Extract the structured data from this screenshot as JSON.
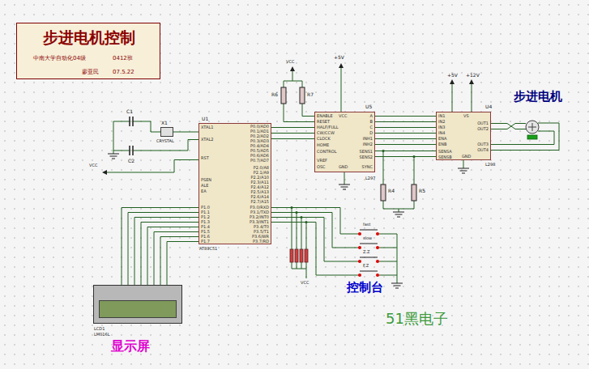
{
  "diagram": {
    "nodes": [
      {
        "text": [
          "步进电机控制",
          "中南大学自动化04级",
          "0412班",
          "廖亚民",
          "07.5.22"
        ]
      },
      {
        "text": [
          "X1",
          "CRYSTAL"
        ]
      },
      {
        "text": [
          "U1",
          "AT89C51"
        ]
      },
      {
        "text": [
          "U5",
          "L297"
        ]
      },
      {
        "text": [
          "U4",
          "L298"
        ]
      },
      {
        "text": [
          "LCD1",
          "LM016L"
        ]
      }
    ],
    "edges": [
      {
        "from": 1,
        "to": 2,
        "arrow": "none"
      },
      {
        "from": 2,
        "to": 3,
        "arrow": "none"
      },
      {
        "from": 3,
        "to": 4,
        "arrow": "none"
      },
      {
        "from": 2,
        "to": 5,
        "arrow": "none"
      }
    ],
    "labels": [
      "XTAL1",
      "XTAL2",
      "RST",
      "PSEN",
      "ALE",
      "EA",
      "P1.0",
      "P1.1",
      "P1.2",
      "P1.3",
      "P1.4",
      "P1.5",
      "P1.6",
      "P1.7",
      "P0.0/AD0",
      "P0.1/AD1",
      "P0.2/AD2",
      "P0.3/AD3",
      "P0.4/AD4",
      "P0.5/AD5",
      "P0.6/AD6",
      "P0.7/AD7",
      "P2.0/A8",
      "P2.1/A9",
      "P2.2/A10",
      "P2.3/A11",
      "P2.4/A12",
      "P2.5/A13",
      "P2.6/A14",
      "P2.7/A15",
      "P3.0/RXD",
      "P3.1/TXD",
      "P3.2/INT0",
      "P3.3/INT1",
      "P3.4/T0",
      "P3.5/T1",
      "P3.6/WR",
      "P3.7/RD",
      "ENABLE",
      "RESET",
      "HALF/FULL",
      "CW/CCW",
      "CLOCK",
      "HOME",
      "CONTROL",
      "VREF",
      "OSC",
      "A",
      "B",
      "C",
      "D",
      "INH1",
      "INH2",
      "SENS1",
      "SENS2",
      "SYNC",
      "VCC",
      "GND",
      "IN1",
      "IN2",
      "IN3",
      "IN4",
      "ENA",
      "ENB",
      "SENSA",
      "SENSB",
      "OUT1",
      "OUT2",
      "OUT3",
      "OUT4",
      "VS",
      "GND",
      "VCC",
      "+5V",
      "+5V",
      "+12V",
      "R6",
      "R7",
      "R4",
      "R5",
      "C1",
      "C2",
      "VCC",
      "VCC",
      "fast",
      "slow",
      "Z.Z",
      "F.Z",
      "步进电机",
      "控制台",
      "显示屏",
      "51黑电子"
    ]
  }
}
